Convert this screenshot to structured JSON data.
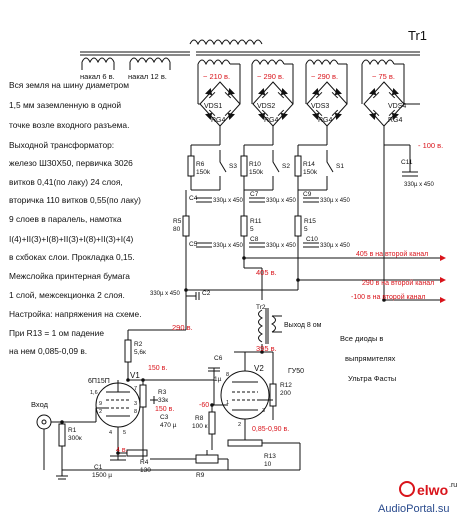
{
  "title": "Tr1",
  "notes": [
    "Вся земля на шину диаметром",
    "1,5 мм заземленную в одной",
    "точке возле входного разъема.",
    "Выходной трансформатор:",
    "железо ШЗ0Х50, первичка 3026",
    "витков 0,41(по лаку) 24 слоя,",
    "вторичка 110 витков 0,55(по лаку)",
    "9 слоев в паралель, намотка",
    "I(4)+II(3)+I(8)+II(3)+I(8)+II(3)+I(4)",
    "в схбоках слои. Прокладка 0,15.",
    "Межслойка принтерная бумага",
    "1 слой, межсекционка 2 слоя.",
    "Настройка: напряжения на схеме.",
    "При R13 = 1 ом падение",
    "на нем 0,085-0,09 в."
  ],
  "transformer": {
    "heater_6": "накал 6 в.",
    "heater_12": "накал 12 в.",
    "taps": [
      "~ 210 в.",
      "~ 290 в.",
      "~ 290 в.",
      "~ 75 в."
    ]
  },
  "rectifiers": [
    {
      "name": "VDS1",
      "type": "RG4"
    },
    {
      "name": "VDS2",
      "type": "RG4"
    },
    {
      "name": "VDS3",
      "type": "RG4"
    },
    {
      "name": "VDS4",
      "type": "RG4"
    }
  ],
  "bias": "- 100 в.",
  "filter": {
    "R6": "R6",
    "R6v": "150k",
    "S3": "S3",
    "R10": "R10",
    "R10v": "150k",
    "S2": "S2",
    "R14": "R14",
    "R14v": "150k",
    "S1": "S1",
    "C4": "C4",
    "C7": "C7",
    "C9": "C9",
    "C5": "C5",
    "C8": "C8",
    "C10": "C10",
    "cap": "330µ x 450",
    "R5": "R5",
    "R5v": "80",
    "R11": "R11",
    "R11v": "5",
    "R15": "R15",
    "R15v": "5",
    "C11": "C11",
    "C11v": "330µ x 450"
  },
  "rails": {
    "v405": "405 в.",
    "to_ch_405": "405 в на второй канал",
    "to_ch_290": "290 в на второй канал",
    "to_ch_100": "-100 в на второй канал",
    "v290": "290 в.",
    "v395": "395 в.",
    "C1": "330µ x 450",
    "C2": "C2"
  },
  "output": {
    "Tr2": "Tr2",
    "label": "Выход 8 ом"
  },
  "diode_note": [
    "Все диоды в",
    "выпрямителях",
    "Ультра Фасты"
  ],
  "stage1": {
    "tube": "6П15П",
    "ref": "V1",
    "input": "Вход",
    "R1": "R1",
    "R1v": "300к",
    "R2": "R2",
    "R2v": "5,6к",
    "R3": "R3",
    "R3v": "33к",
    "C3": "C3",
    "C3v": "470 µ",
    "R4": "R4",
    "R4v": "130",
    "C1": "C1",
    "C1v": "1500 µ",
    "v150a": "150 в.",
    "v150b": "150 в.",
    "v4": "4 в.",
    "pins": [
      "1,6",
      "7",
      "9",
      "2",
      "3",
      "8",
      "4",
      "5"
    ]
  },
  "stage2": {
    "tube": "ГУ50",
    "ref": "V2",
    "C6": "C6",
    "C6v": "1µ",
    "R8": "R8",
    "R8v": "100 к",
    "R12": "R12",
    "R12v": "200",
    "R9": "R9",
    "R13": "R13",
    "R13v": "10",
    "vneg": "-60",
    "vcath": "0,85-0,90 в.",
    "pins": [
      "8",
      "1",
      "2",
      "3"
    ]
  },
  "watermark": {
    "logo": "elwo",
    "domain": ".ru",
    "site": "AudioPortal.su"
  }
}
